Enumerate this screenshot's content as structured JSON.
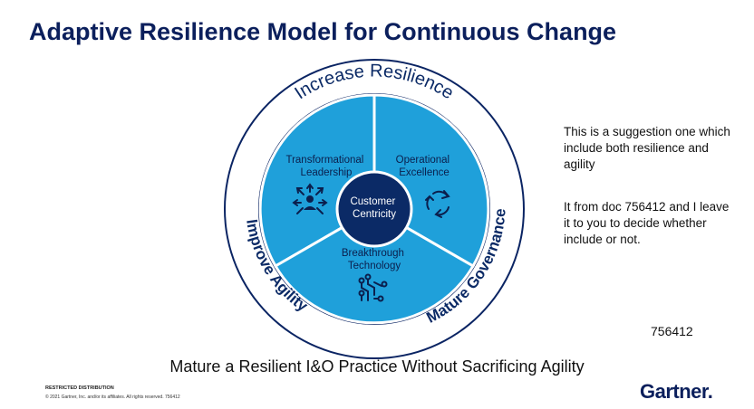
{
  "title": "Adaptive Resilience Model for Continuous Change",
  "diagram": {
    "outer_ring": {
      "top": "Increase Resilience",
      "left": "Improve Agility",
      "right": "Mature Governance"
    },
    "segments": {
      "top_left": {
        "line1": "Transformational",
        "line2": "Leadership",
        "icon": "network-people-icon"
      },
      "top_right": {
        "line1": "Operational",
        "line2": "Excellence",
        "icon": "cycle-arrows-icon"
      },
      "bottom": {
        "line1": "Breakthrough",
        "line2": "Technology",
        "icon": "circuit-icon"
      }
    },
    "center": {
      "line1": "Customer",
      "line2": "Centricity"
    },
    "colors": {
      "ring": "#0a2463",
      "ring_inner_fill": "#ffffff",
      "segment": "#1fa0da",
      "center": "#0b2a66",
      "ring_text": "#0b2a66"
    }
  },
  "notes": {
    "note1": "This is a suggestion one which include both resilience and agility",
    "note2": "It from doc 756412 and I leave it to you to decide whether include or not.",
    "doc_number": "756412"
  },
  "subtitle": "Mature a Resilient I&O Practice Without Sacrificing Agility",
  "footer": {
    "restricted": "RESTRICTED DISTRIBUTION",
    "copyright": "© 2021 Gartner, Inc. and/or its affiliates. All rights reserved. 756412",
    "logo": "Gartner"
  }
}
